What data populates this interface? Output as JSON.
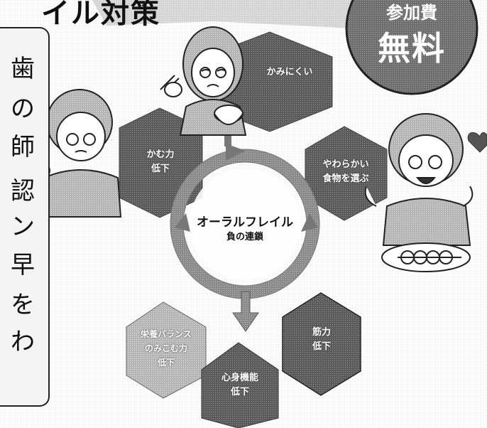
{
  "title_fragment": "イル対策",
  "fee": {
    "label": "参加費",
    "value": "無料"
  },
  "side_panel": {
    "chars": [
      "歯",
      "の",
      "師",
      "認",
      "ン",
      "早",
      "を",
      "わ"
    ]
  },
  "cycle": {
    "title": "オーラルフレイル",
    "subtitle": "負の連鎖"
  },
  "hexagons": {
    "kamu": {
      "line1": "かむ力",
      "line2": "低下"
    },
    "kaminikui": {
      "line1": "かみにくい",
      "line2": ""
    },
    "yawarakai": {
      "line1": "やわらかい",
      "line2": "食物を選ぶ"
    },
    "eiyou": {
      "line1": "栄養バランス",
      "line2": "のみこむ力",
      "line3": "低下"
    },
    "shinshin": {
      "line1": "心身機能",
      "line2": "低下"
    },
    "kinryoku": {
      "line1": "筋力",
      "line2": "低下"
    }
  }
}
